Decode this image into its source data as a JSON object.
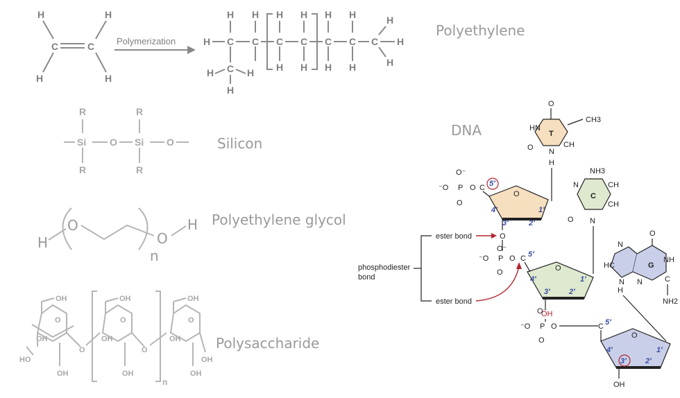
{
  "labels": {
    "polyethylene": "Polyethylene",
    "silicon": "Silicon",
    "peg": "Polyethylene glycol",
    "polysaccharide": "Polysaccharide",
    "dna": "DNA"
  },
  "polymerization": {
    "arrow_label": "Polymerization",
    "atom_h": "H",
    "atom_c": "C"
  },
  "silicon_struct": {
    "r": "R",
    "si": "Si",
    "o": "O"
  },
  "peg_struct": {
    "h": "H",
    "o": "O",
    "n": "n"
  },
  "polysaccharide_struct": {
    "oh": "OH",
    "o": "O",
    "ho": "HO",
    "n": "n"
  },
  "dna_struct": {
    "bases": [
      "T",
      "C",
      "G"
    ],
    "ester_bond": "ester bond",
    "phosphodiester": "phosphodiester",
    "bond": "bond",
    "ch3": "CH3",
    "nh2": "NH2",
    "nh3": "NH3",
    "hn": "HN",
    "n": "N",
    "nh": "NH",
    "hc": "HC",
    "ch": "CH",
    "c": "C",
    "o": "O",
    "h": "H",
    "p": "P",
    "oh": "OH",
    "o_minus": "O⁻",
    "minus_o": "⁻O",
    "primes": [
      "5′",
      "4′",
      "3′",
      "2′",
      "1′"
    ]
  },
  "colors": {
    "label_gray": "#9a9a9a",
    "sugar_t": "#f6dfbf",
    "sugar_c": "#dfe9cf",
    "sugar_g": "#c9cfe9",
    "arrow_red": "#b2232e",
    "prime_blue": "#3b4fa0"
  }
}
